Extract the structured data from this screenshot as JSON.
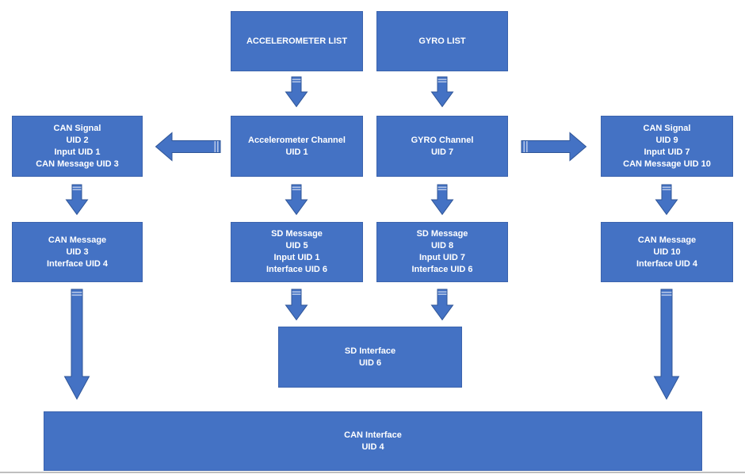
{
  "colors": {
    "page_bg": "#FFFFFF",
    "node_fill": "#4472C4",
    "node_border": "#3B63AD",
    "arrow_fill": "#4472C4",
    "arrow_border": "#2F5597",
    "text": "#FFFFFF",
    "bottom_edge_line": "#BFBFBF"
  },
  "nodes": {
    "accelerometer_list": {
      "lines": [
        "ACCELEROMETER LIST"
      ]
    },
    "gyro_list": {
      "lines": [
        "GYRO LIST"
      ]
    },
    "can_signal_2": {
      "lines": [
        "CAN Signal",
        "UID 2",
        "Input UID 1",
        "CAN Message UID 3"
      ]
    },
    "accelerometer_channel": {
      "lines": [
        "Accelerometer Channel",
        "UID 1"
      ]
    },
    "gyro_channel": {
      "lines": [
        "GYRO Channel",
        "UID 7"
      ]
    },
    "can_signal_9": {
      "lines": [
        "CAN Signal",
        "UID 9",
        "Input UID 7",
        "CAN Message UID 10"
      ]
    },
    "can_message_3": {
      "lines": [
        "CAN Message",
        "UID 3",
        "Interface UID 4"
      ]
    },
    "sd_message_5": {
      "lines": [
        "SD Message",
        "UID 5",
        "Input UID 1",
        "Interface UID 6"
      ]
    },
    "sd_message_8": {
      "lines": [
        "SD Message",
        "UID 8",
        "Input UID 7",
        "Interface UID 6"
      ]
    },
    "can_message_10": {
      "lines": [
        "CAN Message",
        "UID 10",
        "Interface UID 4"
      ]
    },
    "sd_interface": {
      "lines": [
        "SD Interface",
        "UID 6"
      ]
    },
    "can_interface": {
      "lines": [
        "CAN Interface",
        "UID 4"
      ]
    }
  },
  "connectors": [
    {
      "from": "accelerometer_list",
      "to": "accelerometer_channel",
      "direction": "down"
    },
    {
      "from": "gyro_list",
      "to": "gyro_channel",
      "direction": "down"
    },
    {
      "from": "accelerometer_channel",
      "to": "can_signal_2",
      "direction": "left"
    },
    {
      "from": "gyro_channel",
      "to": "can_signal_9",
      "direction": "right"
    },
    {
      "from": "can_signal_2",
      "to": "can_message_3",
      "direction": "down"
    },
    {
      "from": "accelerometer_channel",
      "to": "sd_message_5",
      "direction": "down"
    },
    {
      "from": "gyro_channel",
      "to": "sd_message_8",
      "direction": "down"
    },
    {
      "from": "can_signal_9",
      "to": "can_message_10",
      "direction": "down"
    },
    {
      "from": "sd_message_5",
      "to": "sd_interface",
      "direction": "down"
    },
    {
      "from": "sd_message_8",
      "to": "sd_interface",
      "direction": "down"
    },
    {
      "from": "can_message_3",
      "to": "can_interface",
      "direction": "down"
    },
    {
      "from": "can_message_10",
      "to": "can_interface",
      "direction": "down"
    }
  ]
}
